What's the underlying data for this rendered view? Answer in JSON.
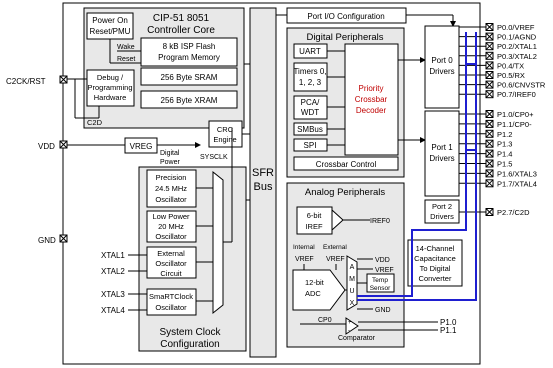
{
  "blocks": {
    "core_title": "CIP-51 8051",
    "core_title2": "Controller Core",
    "power_on": "Power On",
    "reset_pmu": "Reset/PMU",
    "wake": "Wake",
    "reset": "Reset",
    "flash1": "8 kB ISP Flash",
    "flash2": "Program Memory",
    "sram": "256 Byte SRAM",
    "xram": "256 Byte XRAM",
    "debug1": "Debug /",
    "debug2": "Programming",
    "debug3": "Hardware",
    "crc1": "CRC",
    "crc2": "Engine",
    "vreg": "VREG",
    "digital1": "Digital",
    "digital2": "Power",
    "sysclk": "SYSCLK",
    "sfr1": "SFR",
    "sfr2": "Bus",
    "port_io": "Port I/O Configuration",
    "digital_periph": "Digital Peripherals",
    "uart": "UART",
    "timers1": "Timers 0,",
    "timers2": "1, 2, 3",
    "pca1": "PCA/",
    "pca2": "WDT",
    "smbus": "SMBus",
    "spi": "SPI",
    "crossbar1": "Priority",
    "crossbar2": "Crossbar",
    "crossbar3": "Decoder",
    "crossbar_control": "Crossbar Control",
    "port0_1": "Port 0",
    "port0_2": "Drivers",
    "port1_1": "Port 1",
    "port1_2": "Drivers",
    "port2_1": "Port 2",
    "port2_2": "Drivers",
    "analog_periph": "Analog Peripherals",
    "iref1": "6-bit",
    "iref2": "IREF",
    "iref0": "IREF0",
    "internal": "Internal",
    "external": "External",
    "vref_int": "VREF",
    "vref_ext": "VREF",
    "vdd_in": "VDD",
    "vref_in": "VREF",
    "adc1": "12-bit",
    "adc2": "ADC",
    "temp1": "Temp",
    "temp2": "Sensor",
    "gnd_in": "GND",
    "cap1": "14-Channel",
    "cap2": "Capacitance",
    "cap3": "To Digital",
    "cap4": "Converter",
    "cp0": "CP0",
    "comparator": "Comparator",
    "amux": [
      "A",
      "M",
      "U",
      "X"
    ],
    "precision1": "Precision",
    "precision2": "24.5 MHz",
    "precision3": "Oscillator",
    "lowpower1": "Low Power",
    "lowpower2": "20 MHz",
    "lowpower3": "Oscillator",
    "extosc1": "External",
    "extosc2": "Oscillator",
    "extosc3": "Circuit",
    "smart1": "SmaRTClock",
    "smart2": "Oscillator",
    "sysclock1": "System Clock",
    "sysclock2": "Configuration"
  },
  "left_pins": {
    "c2ck": "C2CK/RST",
    "c2d": "C2D",
    "vdd": "VDD",
    "gnd": "GND",
    "xtal1": "XTAL1",
    "xtal2": "XTAL2",
    "xtal3": "XTAL3",
    "xtal4": "XTAL4"
  },
  "right_pins": {
    "port0": [
      "P0.0/VREF",
      "P0.1/AGND",
      "P0.2/XTAL1",
      "P0.3/XTAL2",
      "P0.4/TX",
      "P0.5/RX",
      "P0.6/CNVSTR",
      "P0.7/IREF0"
    ],
    "port1": [
      "P1.0/CP0+",
      "P1.1/CP0-",
      "P1.2",
      "P1.3",
      "P1.4",
      "P1.5",
      "P1.6/XTAL3",
      "P1.7/XTAL4"
    ],
    "port2": [
      "P2.7/C2D"
    ],
    "comp": [
      "P1.0",
      "P1.1"
    ]
  },
  "colors": {
    "line": "#000000",
    "box_fill": "#ffffff",
    "panel_fill": "#e8e8e8",
    "crossbar_text": "#c00000",
    "blue_bus": "#1f1fd0"
  }
}
